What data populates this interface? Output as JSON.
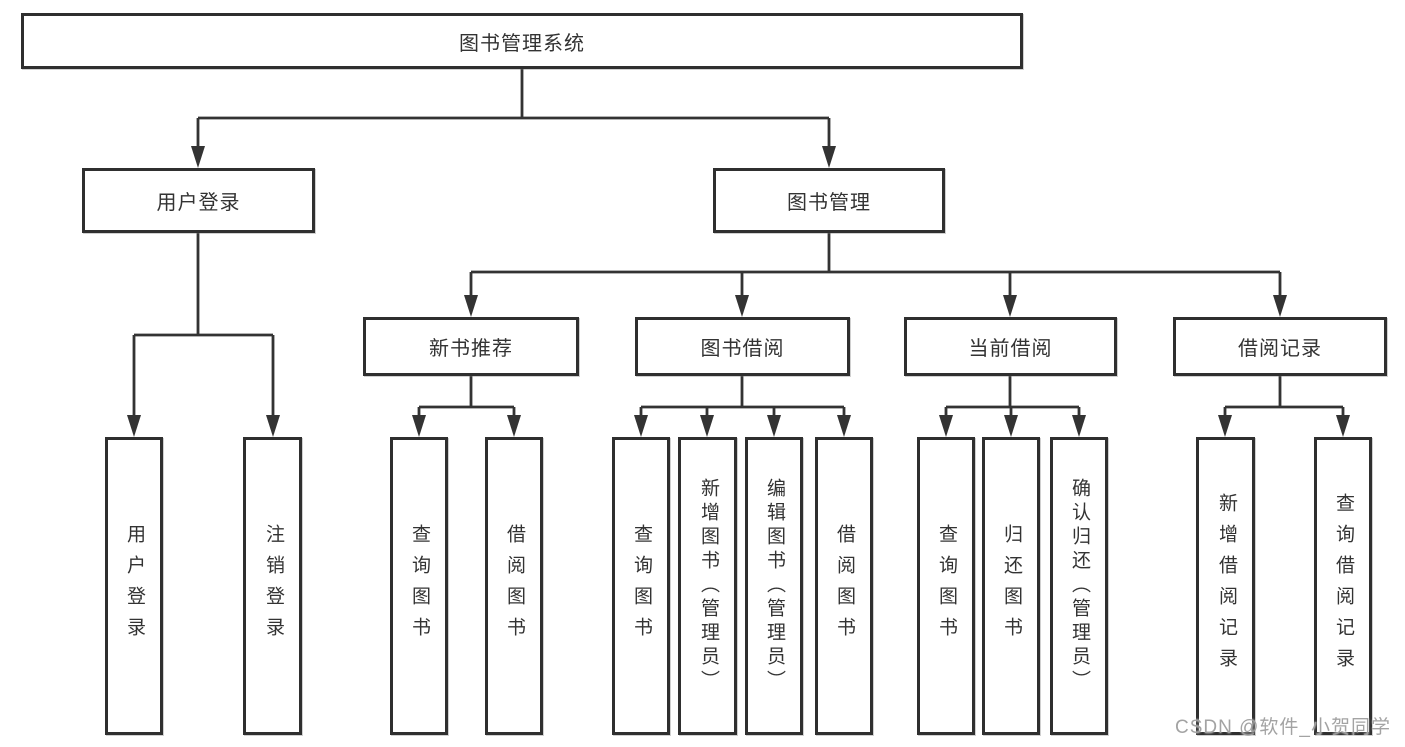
{
  "diagram": {
    "root": {
      "label": "图书管理系统"
    },
    "level2": [
      {
        "id": "user-login",
        "label": "用户登录"
      },
      {
        "id": "book-management",
        "label": "图书管理"
      }
    ],
    "level3": [
      {
        "id": "new-book-recommend",
        "parent": "图书管理",
        "label": "新书推荐"
      },
      {
        "id": "book-borrowing",
        "parent": "图书管理",
        "label": "图书借阅"
      },
      {
        "id": "current-borrowing",
        "parent": "图书管理",
        "label": "当前借阅"
      },
      {
        "id": "borrowing-records",
        "parent": "图书管理",
        "label": "借阅记录"
      }
    ],
    "leaves": [
      {
        "parent": "用户登录",
        "label": "用户登录"
      },
      {
        "parent": "用户登录",
        "label": "注销登录"
      },
      {
        "parent": "新书推荐",
        "label": "查询图书"
      },
      {
        "parent": "新书推荐",
        "label": "借阅图书"
      },
      {
        "parent": "图书借阅",
        "label": "查询图书"
      },
      {
        "parent": "图书借阅",
        "label": "新增图书（管理员）"
      },
      {
        "parent": "图书借阅",
        "label": "编辑图书（管理员）"
      },
      {
        "parent": "图书借阅",
        "label": "借阅图书"
      },
      {
        "parent": "当前借阅",
        "label": "查询图书"
      },
      {
        "parent": "当前借阅",
        "label": "归还图书"
      },
      {
        "parent": "当前借阅",
        "label": "确认归还（管理员）"
      },
      {
        "parent": "借阅记录",
        "label": "新增借阅记录"
      },
      {
        "parent": "借阅记录",
        "label": "查询借阅记录"
      }
    ]
  },
  "watermark": {
    "text": "CSDN @软件_小贺同学"
  },
  "colors": {
    "line": "#333333",
    "box_border": "#2f2f2f",
    "text": "#333333",
    "watermark": "#9e9e9e",
    "background": "#ffffff"
  }
}
